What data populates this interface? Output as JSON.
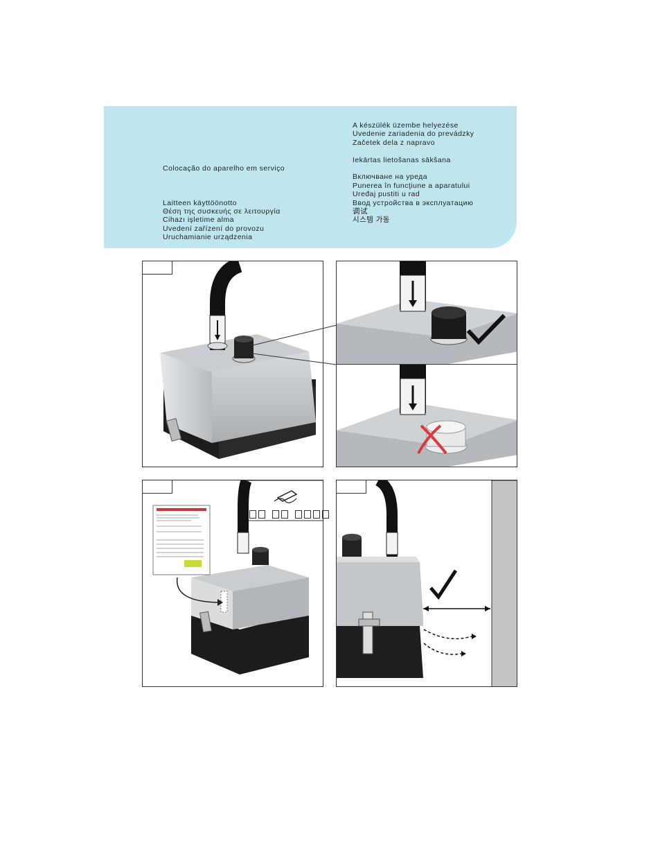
{
  "banner": {
    "left_column": [
      "",
      "",
      "",
      "",
      "",
      "Colocação do aparelho em serviço",
      "",
      "",
      "",
      "Laitteen käyttöönotto",
      "Θέση της συσκευής σε λειτουργία",
      "Cihazı işletime alma",
      "Uvedení zařízení do provozu",
      "Uruchamianie urządzenia"
    ],
    "right_column": [
      "A készülék üzembe helyezése",
      "Uvedenie zariadenia do prevádzky",
      "Začetek dela z napravo",
      "",
      "Iekārtas lietošanas sākšana",
      "",
      "Включване на уреда",
      "Punerea în funcţiune a aparatului",
      "Uređaj pustiti u rad",
      "Ввод устройства в эксплуатацию",
      "调试",
      "시스템 가동"
    ],
    "color": "#bfe6ef"
  },
  "figures": {
    "fig1_icons": [
      "hose-arrow-icon",
      "filter-knob-icon"
    ],
    "fig2_icons": [
      "checkmark-icon"
    ],
    "fig3_icons": [
      "cross-icon"
    ],
    "fig4_icons": [
      "pen-writing-icon",
      "filter-label-card"
    ],
    "fig5_icons": [
      "checkmark-icon",
      "double-arrow-icon",
      "airflow-arrows-icon"
    ]
  }
}
